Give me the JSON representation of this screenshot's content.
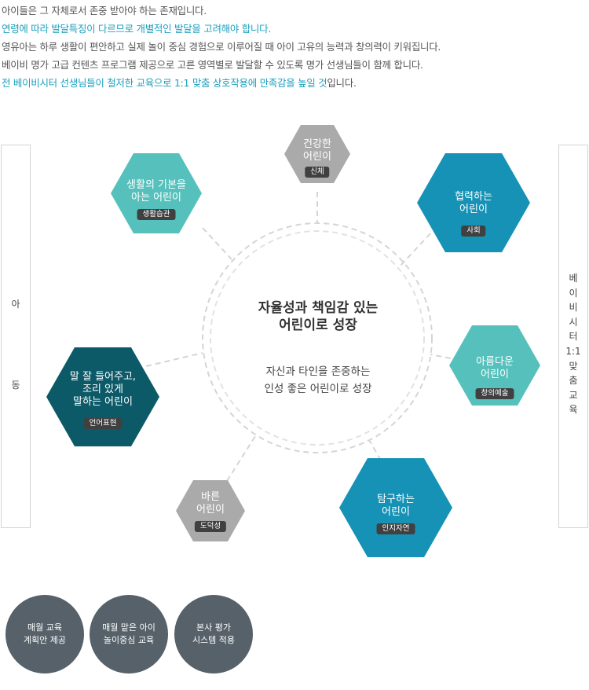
{
  "intro": {
    "lines": [
      "아이들은 그 자체로서 존중 받아야 하는 존재입니다.",
      "연령에 따라 발달특징이 다르므로 개별적인 발달을 고려해야 합니다.",
      "영유아는 하루 생활이 편안하고 실제 놀이 중심 경험으로 이루어질 때 아이 고유의 능력과 창의력이 키워집니다.",
      "베이비 명가 고급 컨텐츠 프로그램 제공으로 고른 영역별로 발달할 수 있도록 명가 선생님들이 함께 합니다."
    ],
    "last_line_accent": "전 베이비시터 선생님들이 철저한 교육으로 1:1 맞춤 상호작용에 만족감을 높일 것",
    "last_line_tail": "입니다."
  },
  "left_box": {
    "char1": "아",
    "char2": "동"
  },
  "right_box": {
    "text": "베\n이\n비\n시\n터\n1:1\n맞\n춤\n교\n육"
  },
  "center": {
    "title": "자율성과 책임감 있는\n어린이로 성장",
    "subtitle": "자신과 타인을 존중하는\n인성 좋은 어린이로 성장"
  },
  "hexagons": {
    "health": {
      "label": "건강한\n어린이",
      "badge": "신체"
    },
    "social": {
      "label": "협력하는\n어린이",
      "badge": "사회"
    },
    "art": {
      "label": "아름다운\n어린이",
      "badge": "창의예술"
    },
    "science": {
      "label": "탐구하는\n어린이",
      "badge": "인지자연"
    },
    "moral": {
      "label": "바른\n어린이",
      "badge": "도덕성"
    },
    "language": {
      "label": "말 잘 들어주고,\n조리 있게\n말하는 어린이",
      "badge": "언어표현"
    },
    "habit": {
      "label": "생활의 기본을\n아는 어린이",
      "badge": "생활습관"
    }
  },
  "circles": [
    "매월 교육\n계획안 제공",
    "매월 맡은 아이\n놀이중심 교육",
    "본사 평가\n시스템 적용"
  ],
  "colors": {
    "accent_text": "#1b9fbf",
    "hex_gray": "#aaaaaa",
    "hex_mint": "#56c1bc",
    "hex_blue": "#1592b5",
    "hex_dark_teal": "#0c5a68",
    "badge": "#404040",
    "circle": "#566169",
    "dashed_line": "#d5d5d5"
  }
}
